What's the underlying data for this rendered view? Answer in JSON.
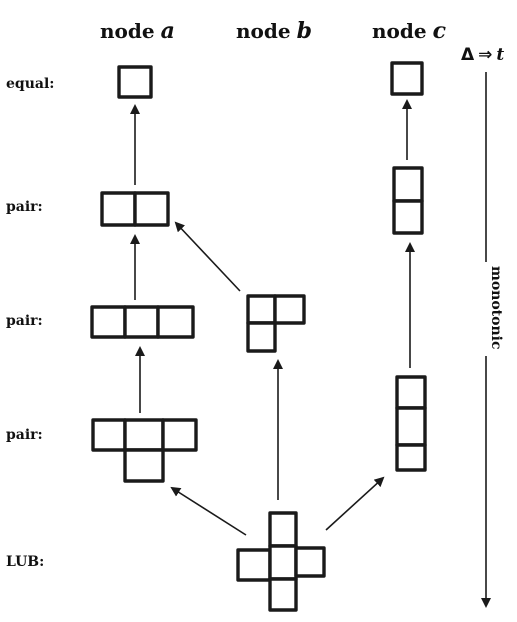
{
  "columns": {
    "a": {
      "prefix": "node",
      "name": "a"
    },
    "b": {
      "prefix": "node",
      "name": "b"
    },
    "c": {
      "prefix": "node",
      "name": "c"
    }
  },
  "header_right": {
    "delta": "Δ",
    "arrow": "⇒",
    "t": "t"
  },
  "rows": {
    "equal": "equal:",
    "pair1": "pair:",
    "pair2": "pair:",
    "pair3": "pair:",
    "lub": "LUB:"
  },
  "side_label": "monotonic",
  "colors": {
    "ink": "#1a1a1a",
    "background": "#ffffff"
  }
}
